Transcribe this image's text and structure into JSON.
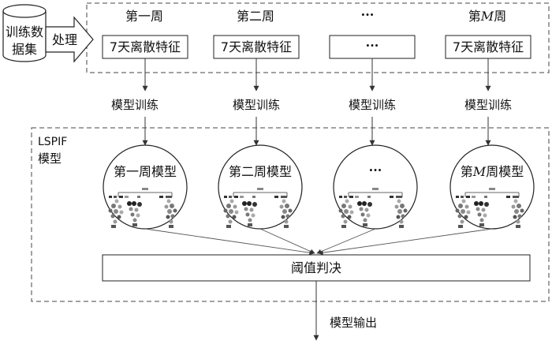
{
  "data_source": {
    "line1": "训练数",
    "line2": "据集"
  },
  "process_label": "处理",
  "weeks": [
    {
      "title": "第一周",
      "feature": "7天离散特征"
    },
    {
      "title": "第二周",
      "feature": "7天离散特征"
    },
    {
      "title": "···",
      "feature": "···"
    },
    {
      "title_prefix": "第",
      "title_var": "M",
      "title_suffix": "周",
      "feature": "7天离散特征"
    }
  ],
  "training_label": "模型训练",
  "lspif": {
    "line1": "LSPIF",
    "line2": "模型"
  },
  "models": [
    {
      "label": "第一周模型"
    },
    {
      "label": "第二周模型"
    },
    {
      "label": "···"
    },
    {
      "prefix": "第",
      "var": "M",
      "suffix": "周模型"
    }
  ],
  "decision": "阈值判决",
  "output": "模型输出"
}
